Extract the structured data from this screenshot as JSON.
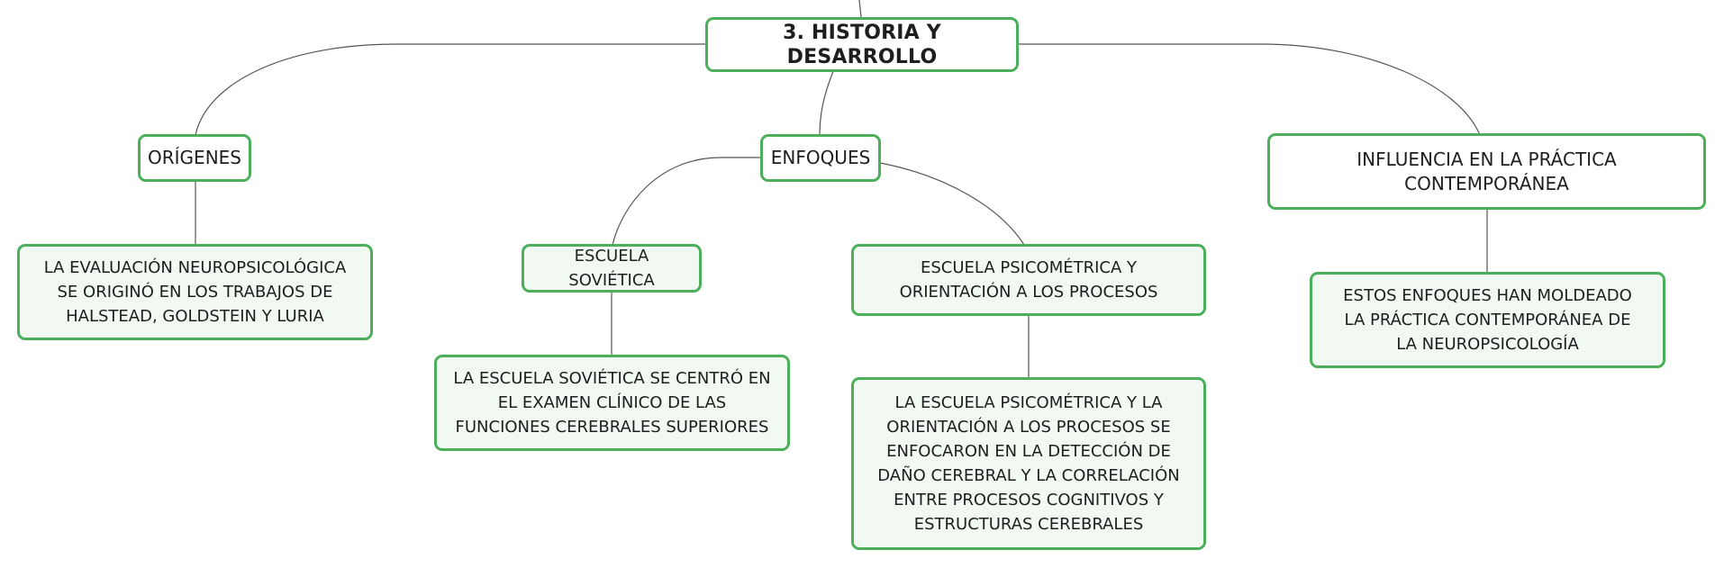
{
  "root": {
    "label": "3. HISTORIA Y DESARROLLO"
  },
  "branches": {
    "origenes": {
      "label": "ORÍGENES",
      "detail": "LA EVALUACIÓN NEUROPSICOLÓGICA SE ORIGINÓ EN LOS TRABAJOS DE HALSTEAD, GOLDSTEIN Y LURIA"
    },
    "enfoques": {
      "label": "ENFOQUES",
      "sovietica": {
        "label": "ESCUELA SOVIÉTICA",
        "detail": "LA ESCUELA SOVIÉTICA SE CENTRÓ EN EL EXAMEN CLÍNICO DE LAS FUNCIONES CEREBRALES SUPERIORES"
      },
      "psicometrica": {
        "label": "ESCUELA PSICOMÉTRICA Y ORIENTACIÓN A LOS PROCESOS",
        "detail": "LA ESCUELA PSICOMÉTRICA Y LA ORIENTACIÓN A LOS PROCESOS SE ENFOCARON EN LA DETECCIÓN DE DAÑO CEREBRAL Y LA CORRELACIÓN ENTRE PROCESOS COGNITIVOS Y ESTRUCTURAS CEREBRALES"
      }
    },
    "influencia": {
      "label": "INFLUENCIA EN LA PRÁCTICA CONTEMPORÁNEA",
      "detail": "ESTOS ENFOQUES HAN MOLDEADO LA PRÁCTICA CONTEMPORÁNEA DE LA NEUROPSICOLOGÍA"
    }
  },
  "colors": {
    "node_border": "#4caf5a",
    "node_fill": "#f2f9f3",
    "connector": "#555555"
  }
}
